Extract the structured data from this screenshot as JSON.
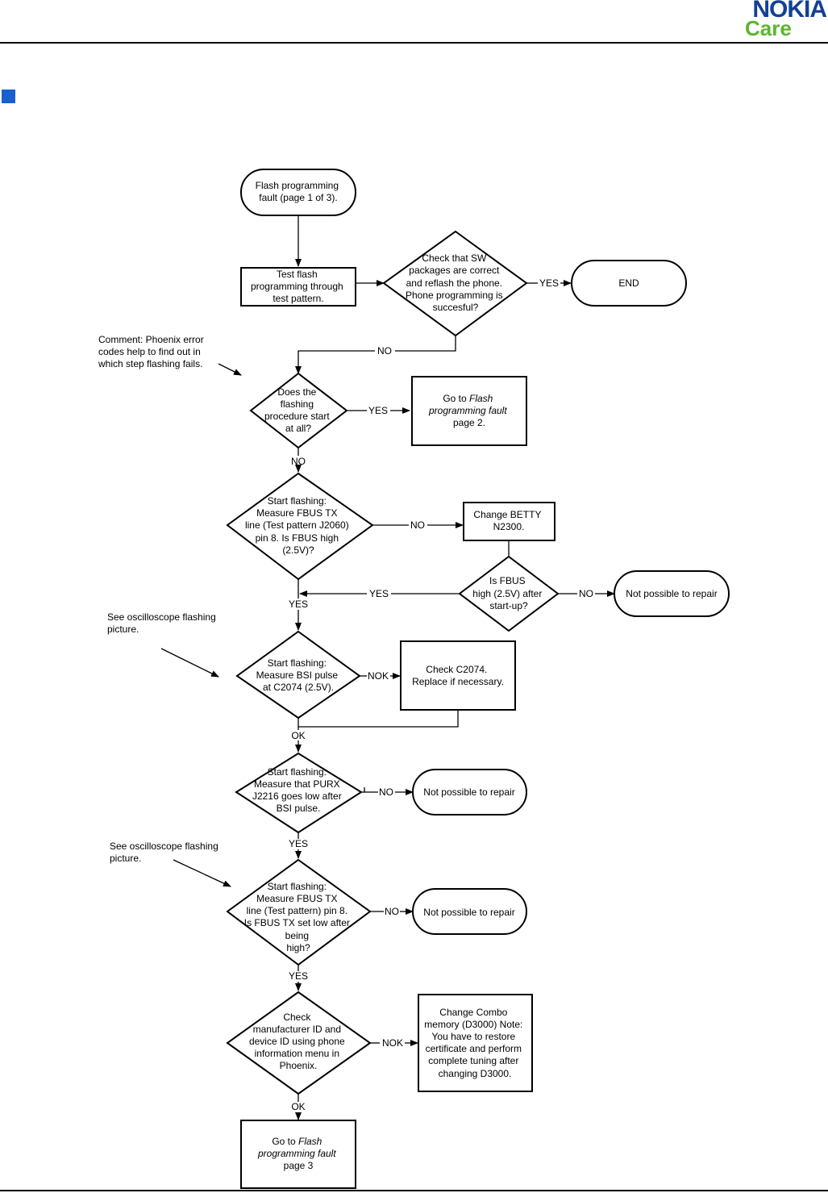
{
  "header": {
    "logo": {
      "brand": "NOKIA",
      "sub": "Care",
      "brand_color": "#124191",
      "sub_color": "#5cb531"
    }
  },
  "section": {
    "marker_color": "#1a5fd0"
  },
  "chart": {
    "start": [
      "Flash programming",
      "fault (page 1 of 3)."
    ],
    "test_flash": [
      "Test flash",
      "programming through",
      "test pattern."
    ],
    "check_sw": [
      "Check that SW",
      "packages are correct",
      "and reflash the phone.",
      "Phone programming is",
      "succesful?"
    ],
    "end": "END",
    "comment_phoenix": [
      "Comment: Phoenix error",
      "codes help to find out in",
      "which step flashing fails."
    ],
    "does_flashing": [
      "Does the",
      "flashing",
      "procedure start",
      "at all?"
    ],
    "go_page2": {
      "prefix": "Go to ",
      "italic": "Flash",
      "line2": "programming fault",
      "line3": "page 2."
    },
    "measure_fbus": [
      "Start flashing:",
      "Measure FBUS TX",
      "line (Test pattern J2060)",
      "pin 8. Is FBUS high",
      "(2.5V)?"
    ],
    "change_betty": [
      "Change BETTY",
      "N2300."
    ],
    "is_fbus_high": [
      "Is FBUS",
      "high (2.5V) after",
      "start-up?"
    ],
    "not_possible": "Not possible to repair",
    "see_osc_1": [
      "See oscilloscope flashing",
      "picture."
    ],
    "measure_bsi": [
      "Start flashing:",
      "Measure BSI pulse",
      "at C2074 (2.5V)."
    ],
    "check_c2074": [
      "Check C2074.",
      "Replace if necessary."
    ],
    "measure_purx": [
      "Start flashing:",
      "Measure that PURX",
      "J2216 goes low after",
      "BSI pulse."
    ],
    "see_osc_2": [
      "See oscilloscope flashing",
      "picture."
    ],
    "fbus_low": [
      "Start flashing:",
      "Measure FBUS TX",
      "line (Test pattern) pin 8.",
      "Is FBUS TX set low after",
      "being",
      "high?"
    ],
    "check_manufacturer": [
      "Check",
      "manufacturer ID and",
      "device ID using phone",
      "information menu in",
      "Phoenix."
    ],
    "change_combo": [
      "Change Combo",
      "memory (D3000) Note:",
      "You have to  restore",
      "certificate and perform",
      "complete tuning after",
      "changing D3000."
    ],
    "go_page3": {
      "prefix": "Go to ",
      "italic": "Flash",
      "line2": "programming fault",
      "line3": "page 3"
    },
    "labels": {
      "yes": "YES",
      "no": "NO",
      "ok": "OK",
      "nok": "NOK"
    }
  }
}
